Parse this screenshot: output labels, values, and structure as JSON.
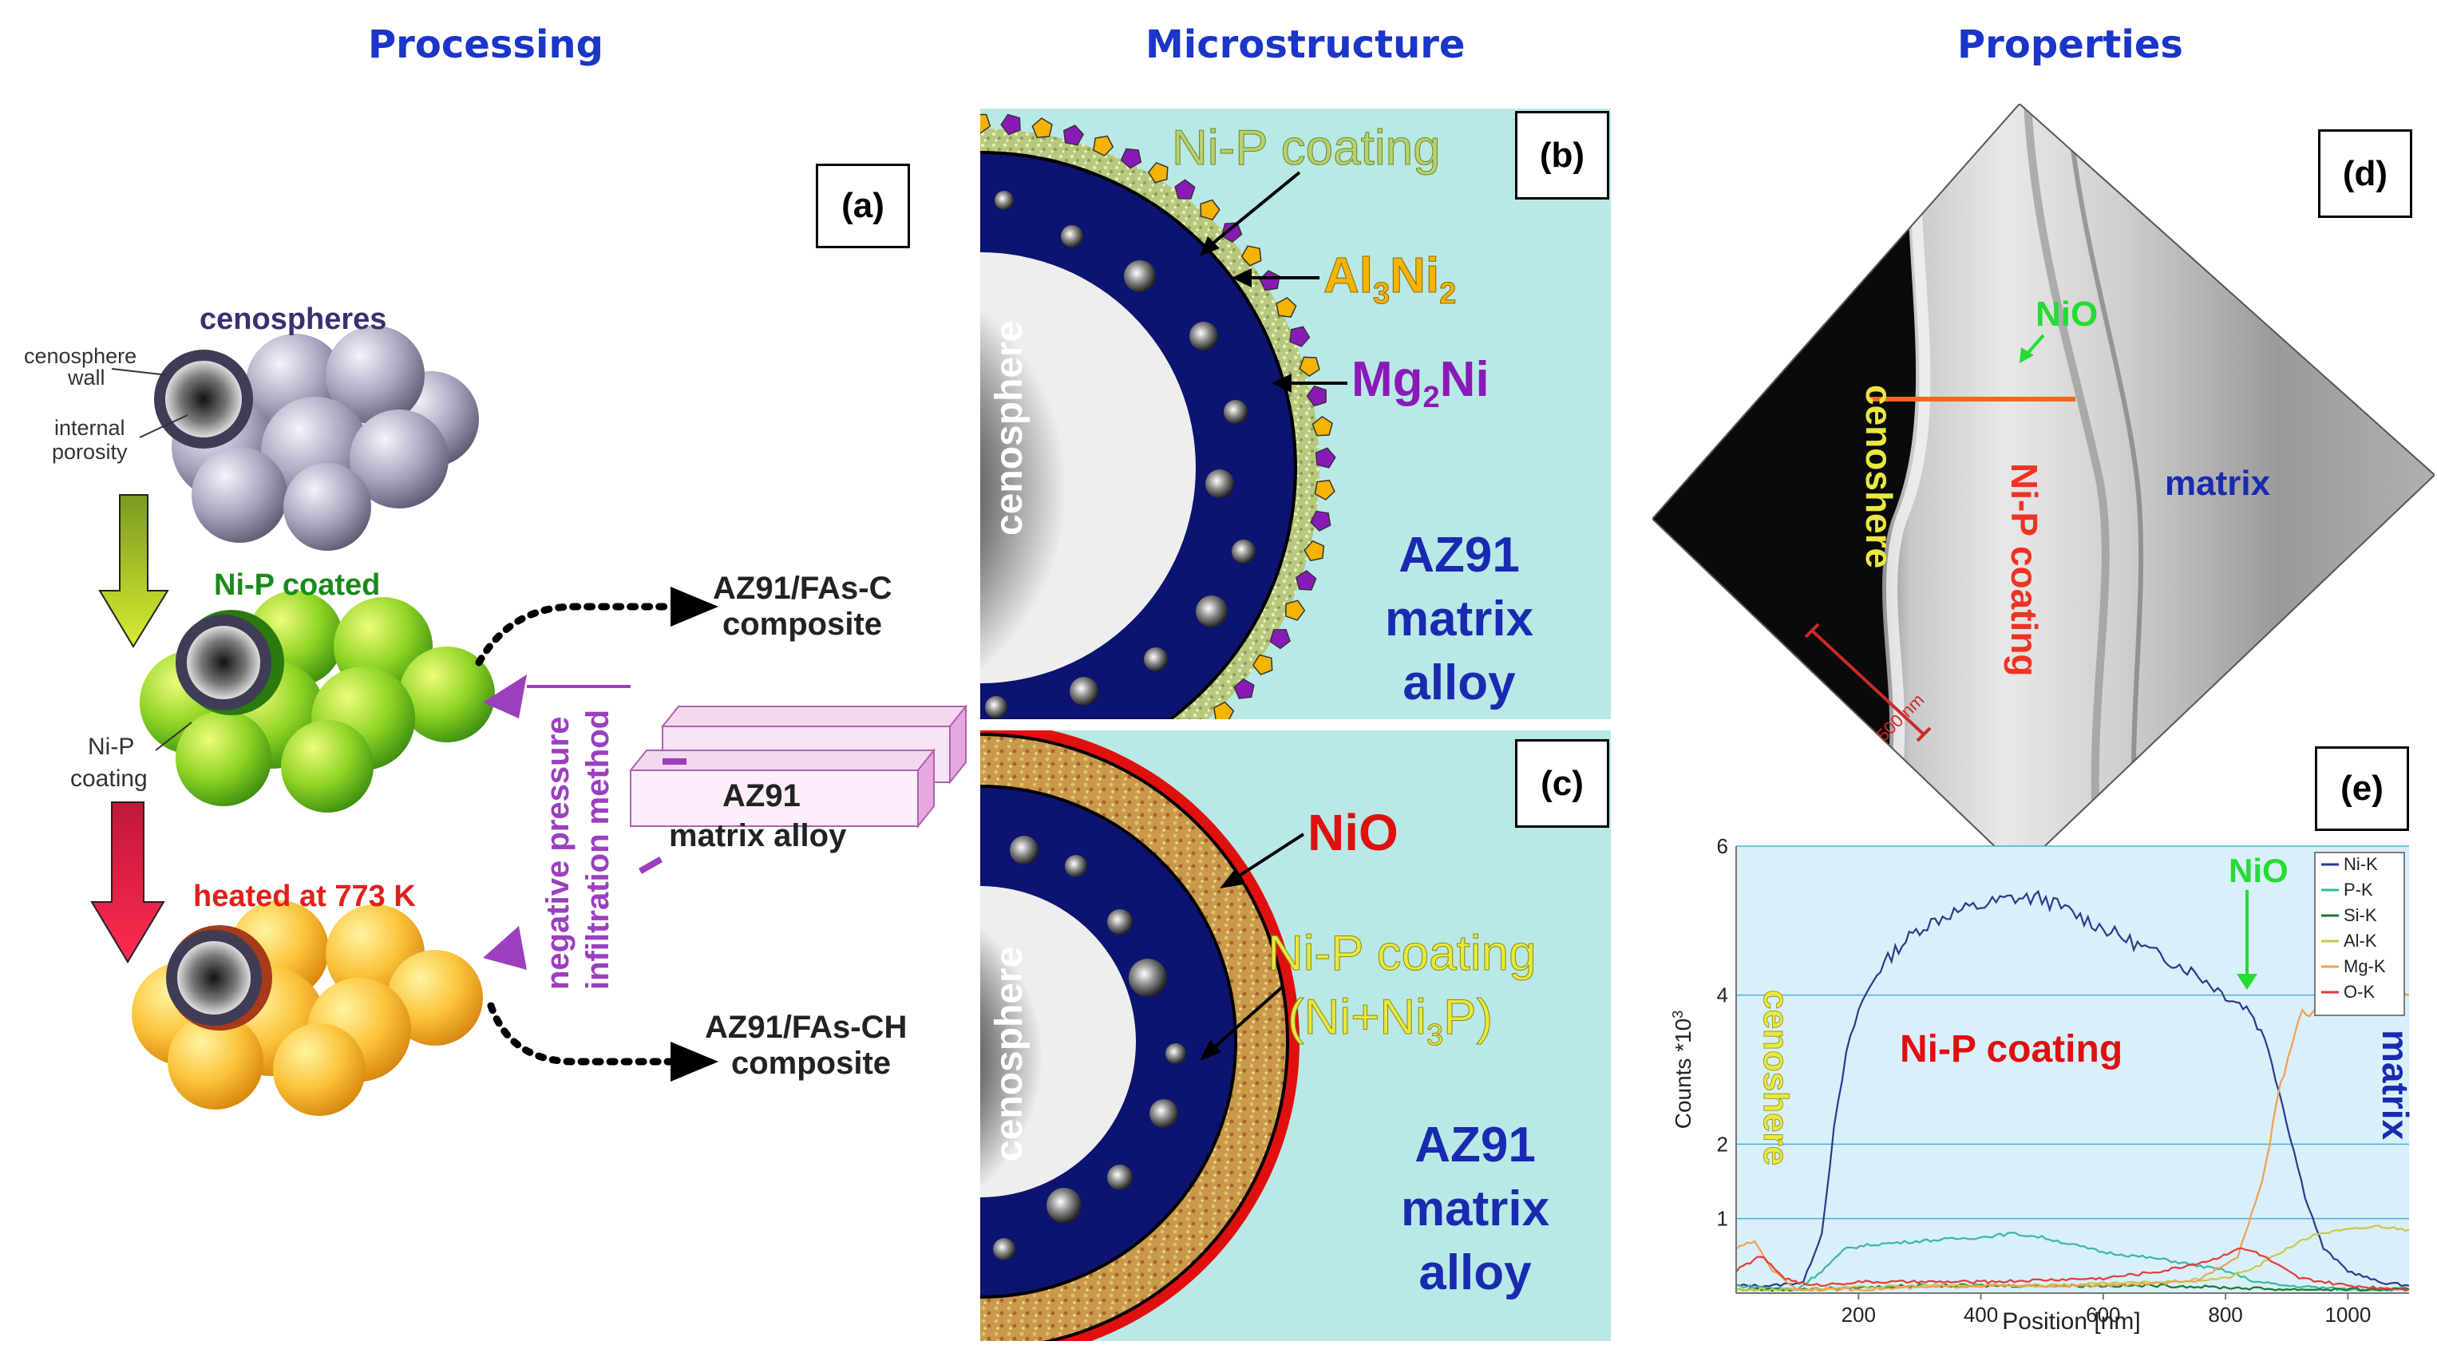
{
  "headers": {
    "processing": "Processing",
    "microstructure": "Microstructure",
    "properties": "Properties"
  },
  "panels": {
    "a": "(a)",
    "b": "(b)",
    "c": "(c)",
    "d": "(d)",
    "e": "(e)"
  },
  "processing": {
    "cenospheres": "cenospheres",
    "cenosphere_wall_1": "cenosphere",
    "cenosphere_wall_2": "wall",
    "internal_porosity_1": "internal",
    "internal_porosity_2": "porosity",
    "nip_coated": "Ni-P coated",
    "nip_coating_1": "Ni-P",
    "nip_coating_2": "coating",
    "heated": "heated at 773 K",
    "composite_c_1": "AZ91/FAs-C",
    "composite_c_2": "composite",
    "composite_ch_1": "AZ91/FAs-CH",
    "composite_ch_2": "composite",
    "matrix_alloy_1": "AZ91",
    "matrix_alloy_2": "matrix alloy",
    "method_1": "negative pressure",
    "method_2": "infiltration method"
  },
  "microstructure_b": {
    "nip_coating": "Ni-P coating",
    "al3ni2": [
      "Al",
      "3",
      "Ni",
      "2"
    ],
    "mg2ni": [
      "Mg",
      "2",
      "Ni"
    ],
    "cenosphere": "cenosphere",
    "alloy_1": "AZ91",
    "alloy_2": "matrix",
    "alloy_3": "alloy"
  },
  "microstructure_c": {
    "nio": "NiO",
    "nip_coating": "Ni-P coating",
    "nip_formula": [
      "(Ni+Ni",
      "3",
      "P)"
    ],
    "cenosphere": "cenosphere",
    "alloy_1": "AZ91",
    "alloy_2": "matrix",
    "alloy_3": "alloy"
  },
  "properties_d": {
    "nio": "NiO",
    "cenoshere": "cenoshere",
    "nip_coating": "Ni-P coating",
    "matrix": "matrix",
    "scale": "500 nm"
  },
  "colors": {
    "header": "#1a35c8",
    "cenosphere_shell": "#0d1370",
    "coating_green": "#c8d890",
    "al3ni2": "#f5b400",
    "mg2ni": "#8a1ab8",
    "nio_red": "#e0100f",
    "matrix_bg": "#b9e9e6",
    "arrow_purple": "#9b3fbf"
  },
  "chart_data": {
    "type": "line",
    "xlabel": "Position [nm]",
    "ylabel": "Counts *10",
    "ylabel_sup": "3",
    "xlim": [
      0,
      1100
    ],
    "ylim": [
      0,
      6
    ],
    "xticks": [
      200,
      400,
      600,
      800,
      1000
    ],
    "yticks": [
      1,
      2,
      4,
      6
    ],
    "legend_position": "top-right",
    "annotations": {
      "nio": "NiO",
      "nip_coating": "Ni-P coating",
      "cenoshere": "cenoshere",
      "matrix": "matrix"
    },
    "series": [
      {
        "name": "Ni-K",
        "color": "#2b3a8c",
        "x": [
          0,
          60,
          110,
          140,
          160,
          180,
          200,
          230,
          260,
          300,
          350,
          400,
          450,
          500,
          550,
          600,
          650,
          700,
          750,
          800,
          840,
          870,
          900,
          930,
          960,
          1000,
          1050,
          1100
        ],
        "y": [
          0.1,
          0.1,
          0.15,
          0.8,
          2.2,
          3.2,
          3.8,
          4.3,
          4.6,
          4.9,
          5.1,
          5.2,
          5.3,
          5.3,
          5.1,
          4.9,
          4.7,
          4.5,
          4.3,
          4.0,
          3.8,
          3.3,
          2.3,
          1.3,
          0.6,
          0.3,
          0.15,
          0.1
        ]
      },
      {
        "name": "P-K",
        "color": "#3ab89a",
        "x": [
          0,
          100,
          140,
          180,
          220,
          300,
          400,
          450,
          500,
          550,
          600,
          700,
          800,
          850,
          900,
          1000,
          1100
        ],
        "y": [
          0.1,
          0.05,
          0.3,
          0.6,
          0.65,
          0.7,
          0.75,
          0.8,
          0.75,
          0.65,
          0.55,
          0.45,
          0.3,
          0.15,
          0.1,
          0.05,
          0.05
        ]
      },
      {
        "name": "Si-K",
        "color": "#1a7a2a",
        "x": [
          0,
          100,
          300,
          500,
          700,
          900,
          1100
        ],
        "y": [
          0.05,
          0.05,
          0.1,
          0.1,
          0.1,
          0.05,
          0.05
        ]
      },
      {
        "name": "Al-K",
        "color": "#c8c84a",
        "x": [
          0,
          100,
          300,
          500,
          700,
          800,
          850,
          900,
          950,
          1000,
          1050,
          1100
        ],
        "y": [
          0.05,
          0.05,
          0.1,
          0.1,
          0.15,
          0.2,
          0.35,
          0.6,
          0.8,
          0.85,
          0.9,
          0.85
        ]
      },
      {
        "name": "Mg-K",
        "color": "#f0a050",
        "x": [
          0,
          30,
          60,
          100,
          200,
          400,
          600,
          750,
          820,
          860,
          890,
          920,
          960,
          1000,
          1050,
          1100
        ],
        "y": [
          0.6,
          0.7,
          0.3,
          0.05,
          0.05,
          0.1,
          0.1,
          0.15,
          0.5,
          1.5,
          2.8,
          3.7,
          3.9,
          4.0,
          4.0,
          4.0
        ]
      },
      {
        "name": "O-K",
        "color": "#e83a3a",
        "x": [
          0,
          40,
          80,
          120,
          200,
          400,
          600,
          700,
          780,
          820,
          850,
          880,
          920,
          1000,
          1100
        ],
        "y": [
          0.3,
          0.5,
          0.2,
          0.1,
          0.15,
          0.15,
          0.2,
          0.3,
          0.45,
          0.6,
          0.55,
          0.4,
          0.2,
          0.1,
          0.05
        ]
      }
    ]
  }
}
